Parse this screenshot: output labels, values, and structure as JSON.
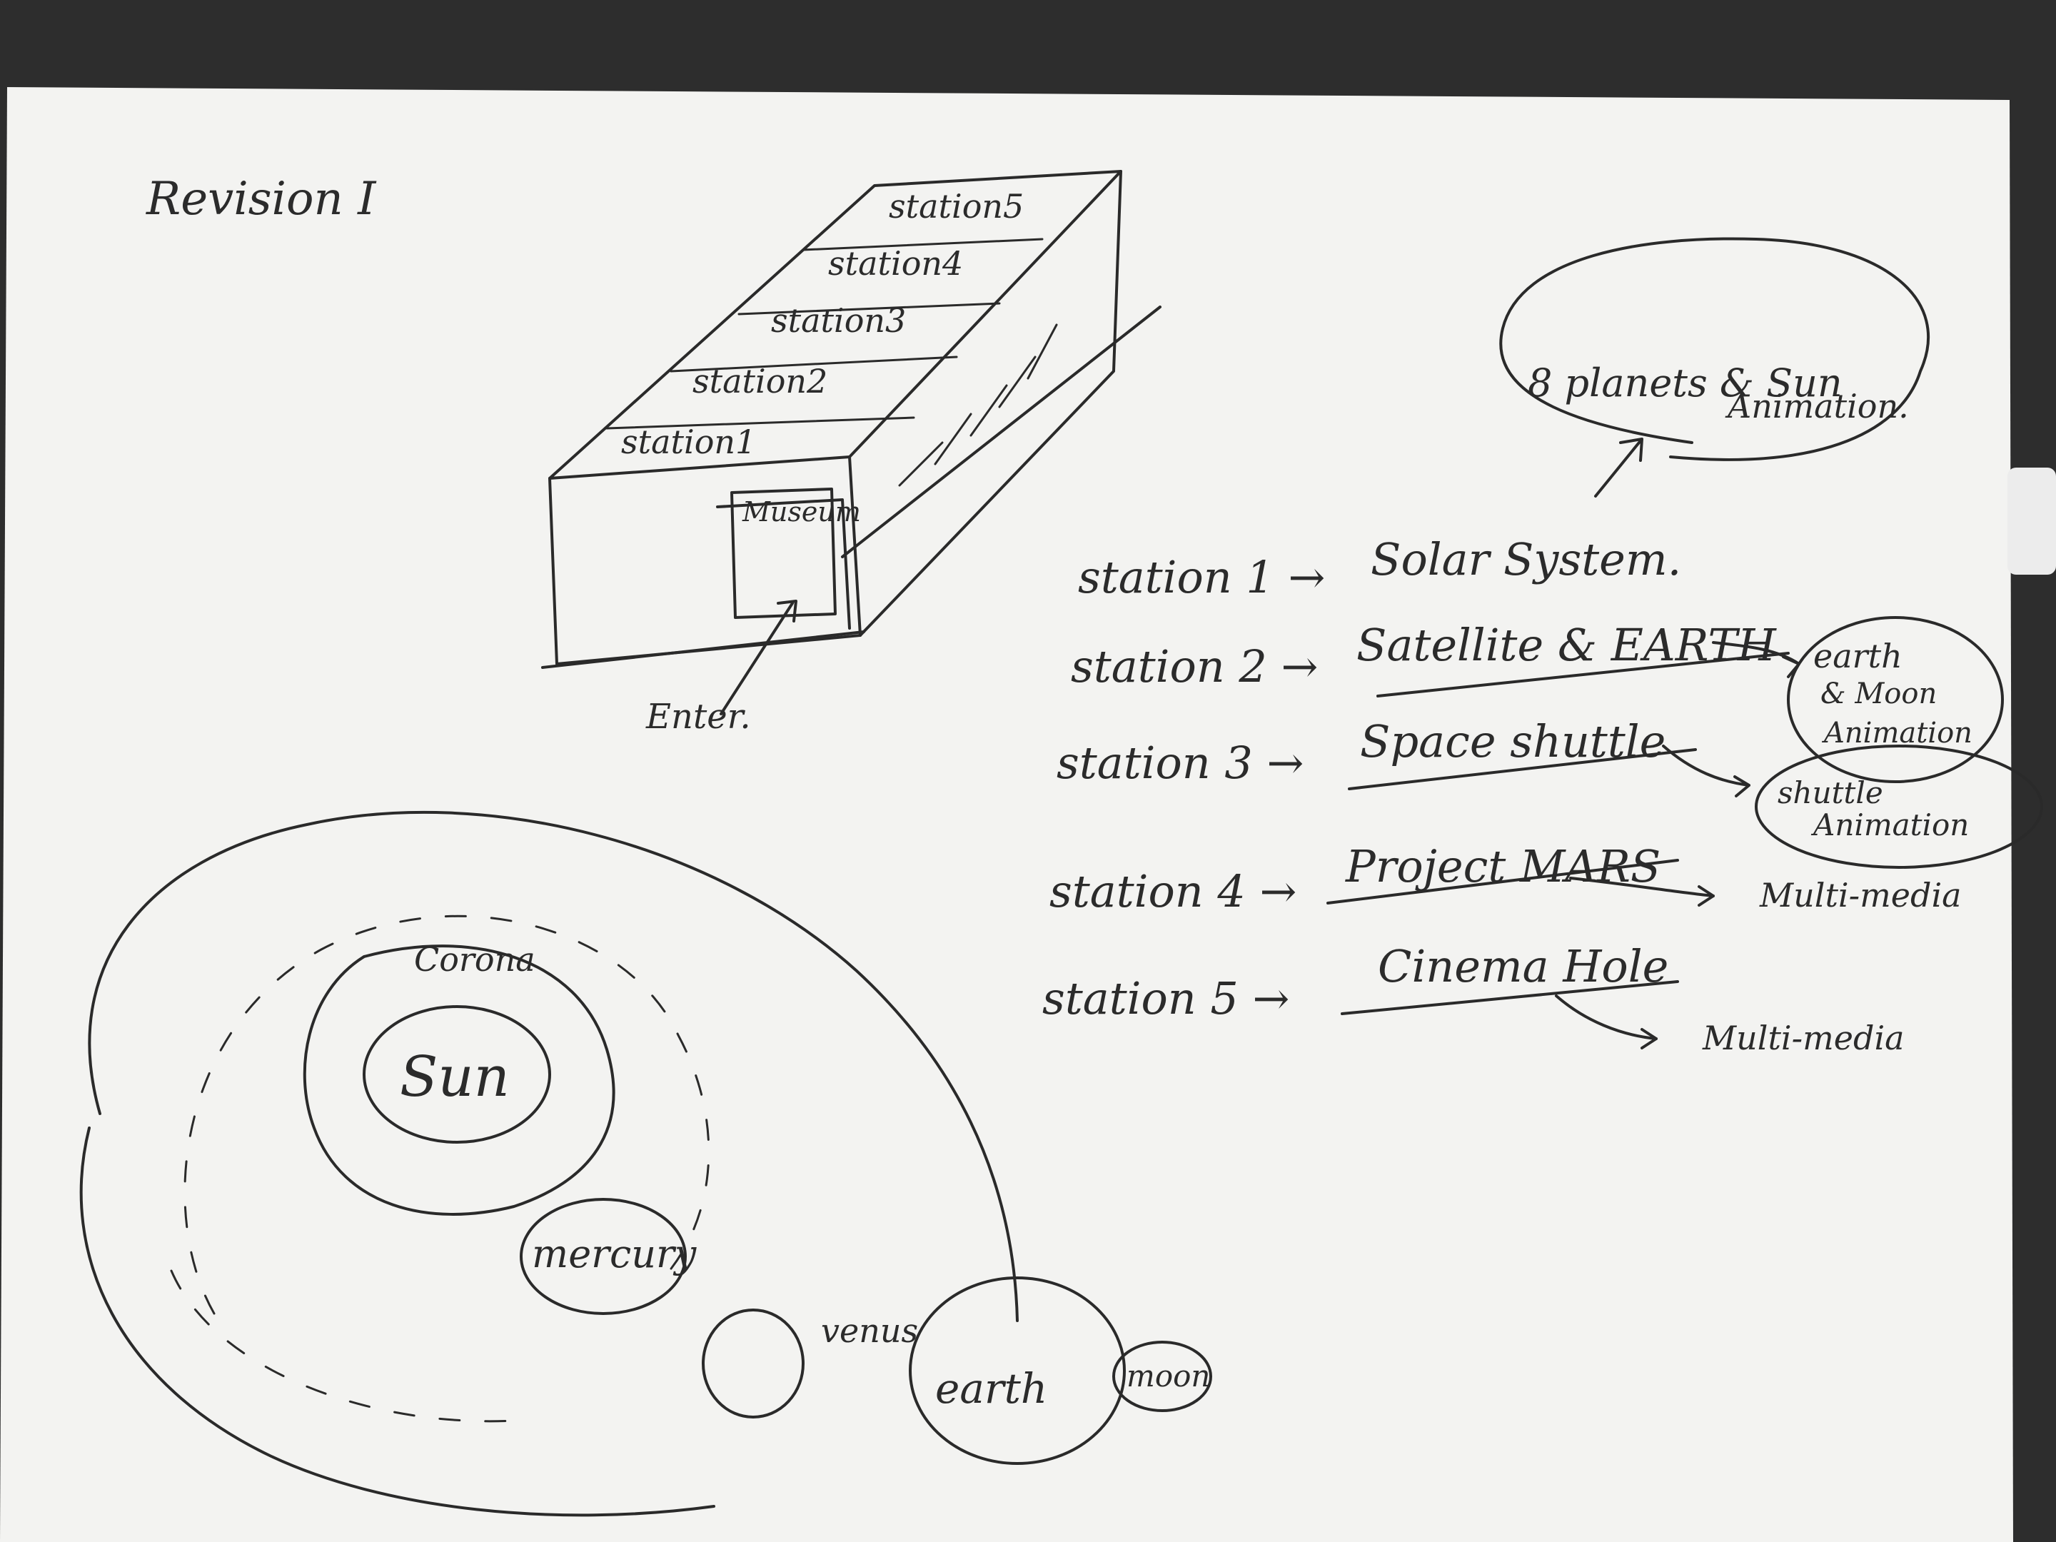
{
  "colors": {
    "background": "#2d2d2d",
    "paper": "#f3f3f1",
    "ink": "#2a2a2a"
  },
  "sketch": {
    "heading": "Revision I",
    "building": {
      "stations": [
        "station5",
        "station4",
        "station3",
        "station2",
        "station1"
      ],
      "entrance_label": "Museum",
      "enter_label": "Enter."
    },
    "top_bubble": {
      "line1": "8 planets & Sun",
      "line2": "Animation."
    },
    "station_list": [
      {
        "station": "station 1 →",
        "topic": "Solar System."
      },
      {
        "station": "station 2 →",
        "topic": "Satellite & EARTH"
      },
      {
        "station": "station 3 →",
        "topic": "Space shuttle"
      },
      {
        "station": "station 4 →",
        "topic": "Project MARS"
      },
      {
        "station": "station 5 →",
        "topic": "Cinema Hole"
      }
    ],
    "side_notes": {
      "earth_moon_line1": "earth",
      "earth_moon_line2": "& Moon",
      "earth_moon_line3": "Animation",
      "shuttle_line1": "shuttle",
      "shuttle_line2": "Animation",
      "multimedia_1": "Multi-media",
      "multimedia_2": "Multi-media"
    },
    "solar_diagram": {
      "corona": "Corona",
      "sun": "Sun",
      "mercury": "mercury",
      "venus": "venus",
      "earth": "earth",
      "moon": "moon"
    }
  }
}
